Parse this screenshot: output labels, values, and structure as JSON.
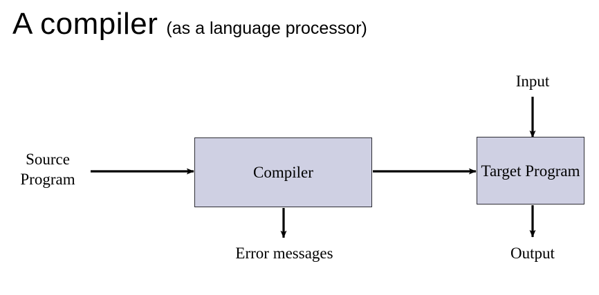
{
  "slide": {
    "background_color": "#ffffff",
    "title": {
      "main": "A compiler",
      "subtitle": "(as a language processor)"
    }
  },
  "diagram": {
    "type": "block-flow-diagram",
    "box_fill_color": "#cfd0e3",
    "box_border_color": "#2b2b33",
    "arrow_color": "#000000",
    "boxes": [
      {
        "id": "compiler",
        "label": "Compiler"
      },
      {
        "id": "target-program",
        "label": "Target\nProgram"
      }
    ],
    "labels": [
      {
        "id": "source",
        "text": "Source\nProgram"
      },
      {
        "id": "error",
        "text": "Error messages"
      },
      {
        "id": "input",
        "text": "Input"
      },
      {
        "id": "output",
        "text": "Output"
      }
    ],
    "arrows": [
      {
        "id": "source-to-compiler",
        "from": "Source Program",
        "to": "Compiler",
        "direction": "right"
      },
      {
        "id": "compiler-to-target",
        "from": "Compiler",
        "to": "Target Program",
        "direction": "right"
      },
      {
        "id": "compiler-to-error",
        "from": "Compiler",
        "to": "Error messages",
        "direction": "down"
      },
      {
        "id": "input-to-target",
        "from": "Input",
        "to": "Target Program",
        "direction": "down"
      },
      {
        "id": "target-to-output",
        "from": "Target Program",
        "to": "Output",
        "direction": "down"
      }
    ]
  }
}
